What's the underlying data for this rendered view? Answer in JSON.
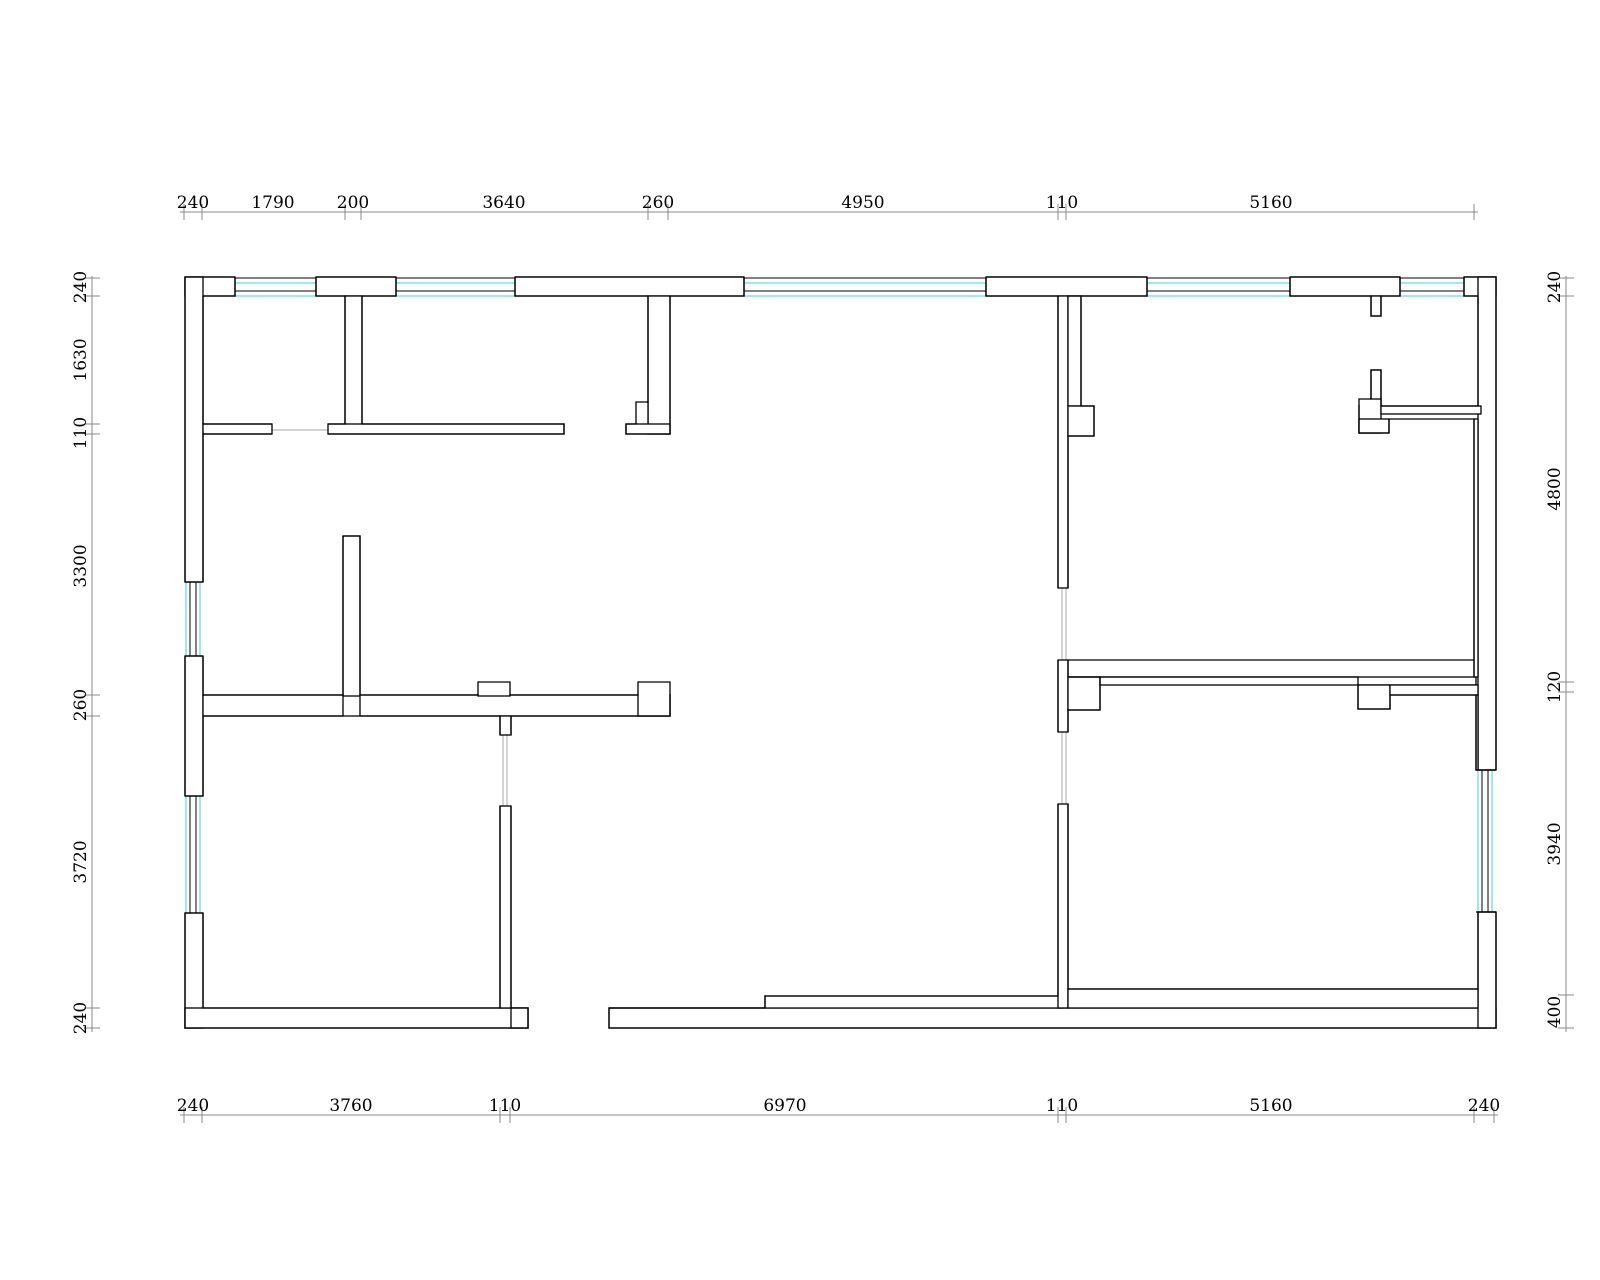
{
  "dimensions": {
    "top": [
      "240",
      "1790",
      "200",
      "3640",
      "260",
      "4950",
      "110",
      "5160"
    ],
    "bottom": [
      "240",
      "3760",
      "110",
      "6970",
      "110",
      "5160",
      "240"
    ],
    "left": [
      "240",
      "1630",
      "110",
      "3300",
      "260",
      "3720",
      "240"
    ],
    "right": [
      "240",
      "4800",
      "120",
      "3940",
      "400"
    ]
  },
  "colors": {
    "wall_stroke": "#000000",
    "dimension_line": "#888888",
    "window_glass": "#3fd3d3",
    "background": "#ffffff"
  }
}
